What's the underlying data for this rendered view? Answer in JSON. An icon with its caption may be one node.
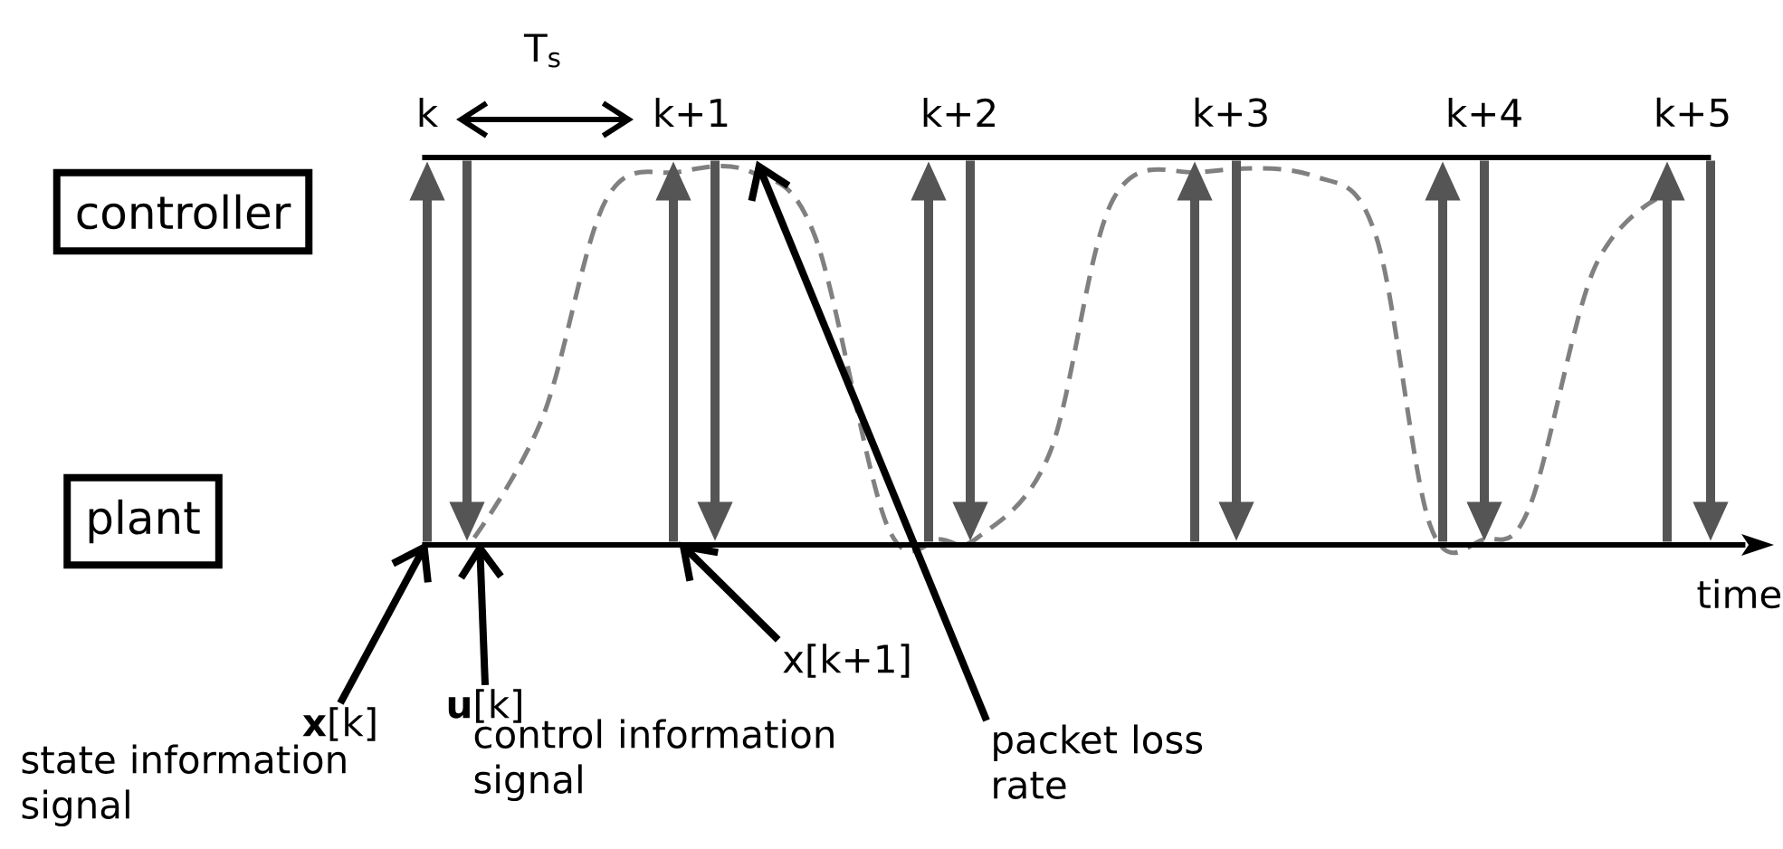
{
  "diagram": {
    "nodes": [
      {
        "text": [
          "controller"
        ]
      },
      {
        "text": [
          "plant"
        ]
      },
      {
        "text": [
          "**x**[k]"
        ]
      },
      {
        "text": [
          "**u**[k]"
        ]
      },
      {
        "text": [
          "x[k+1]"
        ]
      },
      {
        "text": [
          "packet loss rate"
        ]
      },
      {
        "text": [],
        "shape": "bar",
        "beside": [
          "time"
        ]
      },
      {
        "text": [],
        "shape": "bar"
      }
    ],
    "edges": [
      {
        "from": 2,
        "to": 6,
        "arrow": "to",
        "color": "#000000"
      },
      {
        "from": 3,
        "to": 6,
        "arrow": "to",
        "color": "#000000"
      },
      {
        "from": 4,
        "to": 6,
        "arrow": "to",
        "color": "#000000"
      },
      {
        "from": 5,
        "to": 7,
        "arrow": "to",
        "color": "#000000"
      },
      {
        "from": 6,
        "to": 7,
        "arrow": "to"
      },
      {
        "from": 7,
        "to": 6,
        "arrow": "to"
      },
      {
        "from": 6,
        "to": 7,
        "arrow": "to"
      },
      {
        "from": 7,
        "to": 6,
        "arrow": "to"
      },
      {
        "from": 6,
        "to": 7,
        "arrow": "to"
      },
      {
        "from": 7,
        "to": 6,
        "arrow": "to"
      },
      {
        "from": 6,
        "to": 7,
        "arrow": "to"
      },
      {
        "from": 7,
        "to": 6,
        "arrow": "to"
      },
      {
        "from": 6,
        "to": 7,
        "arrow": "to"
      },
      {
        "from": 7,
        "to": 6,
        "arrow": "to"
      },
      {
        "from": 6,
        "to": 7,
        "arrow": "to"
      },
      {
        "from": 7,
        "to": 6,
        "arrow": "to"
      }
    ],
    "labels": [
      "T$_{s}$",
      "k",
      "k+1",
      "k+2",
      "k+3",
      "k+4",
      "k+5",
      "state information signal",
      "control information signal"
    ]
  }
}
